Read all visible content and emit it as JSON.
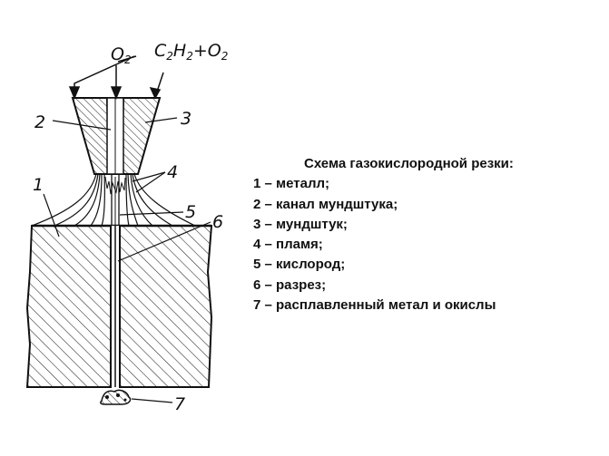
{
  "diagram": {
    "gas_labels": {
      "o2": "O",
      "o2_sub": "2",
      "mix_c": "C",
      "mix_c_sub": "2",
      "mix_h": "H",
      "mix_h_sub": "2",
      "mix_plus": "+O",
      "mix_o_sub": "2"
    },
    "part_numbers": [
      "1",
      "2",
      "3",
      "4",
      "5",
      "6",
      "7"
    ]
  },
  "caption": {
    "title": "Схема газокислородной резки:",
    "items": [
      "1 – металл;",
      "2 – канал мундштука;",
      "3 – мундштук;",
      "4 – пламя;",
      "5 – кислород;",
      "6 – разрез;",
      "7 – расплавленный метал и окислы"
    ]
  }
}
